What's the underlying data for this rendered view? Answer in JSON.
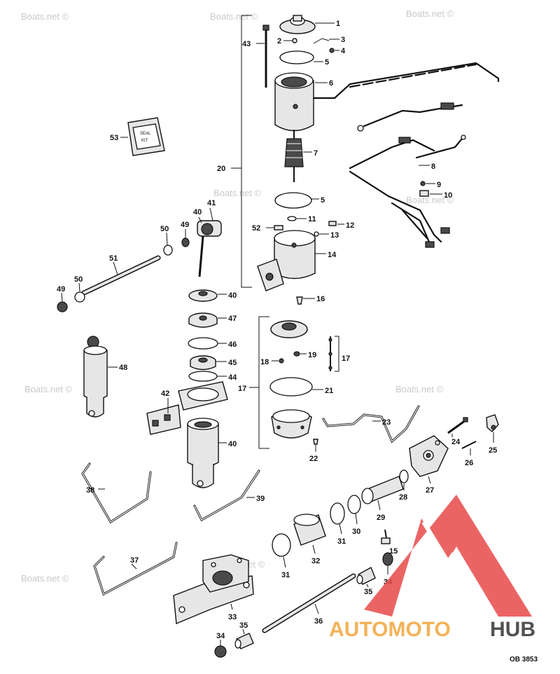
{
  "watermarks": [
    "Boats.net ©",
    "Boats.net ©",
    "Boats.net ©",
    "Boats.net ©",
    "Boats.net ©",
    "Boats.net ©",
    "Boats.net ©",
    "Boats.net ©",
    "Boats.net ©"
  ],
  "callouts": {
    "c1": "1",
    "c2": "2",
    "c3": "3",
    "c4": "4",
    "c5a": "5",
    "c5b": "5",
    "c6": "6",
    "c7": "7",
    "c8": "8",
    "c9": "9",
    "c10": "10",
    "c11": "11",
    "c12": "12",
    "c13": "13",
    "c14": "14",
    "c16": "16",
    "c17a": "17",
    "c17b": "17",
    "c18": "18",
    "c19": "19",
    "c20": "20",
    "c21": "21",
    "c22": "22",
    "c23": "23",
    "c24": "24",
    "c25": "25",
    "c26": "26",
    "c27": "27",
    "c28": "28",
    "c29": "29",
    "c30": "30",
    "c31a": "31",
    "c31b": "31",
    "c32": "32",
    "c33": "33",
    "c34a": "34",
    "c34b": "34",
    "c35a": "35",
    "c35b": "35",
    "c36": "36",
    "c37": "37",
    "c38": "38",
    "c39": "39",
    "c40a": "40",
    "c40b": "40",
    "c40c": "40",
    "c41": "41",
    "c42": "42",
    "c43": "43",
    "c44": "44",
    "c45": "45",
    "c46": "46",
    "c47": "47",
    "c48": "48",
    "c49a": "49",
    "c49b": "49",
    "c50a": "50",
    "c50b": "50",
    "c51": "51",
    "c52": "52",
    "c53": "53",
    "c15": "15"
  },
  "seal_label": [
    "SEAL",
    "KIT"
  ],
  "drawing_code": "OB 3853",
  "logo": {
    "word_a": "AUTOMOTO",
    "word_b": "HUB",
    "color_a": "#f0a63c",
    "color_b": "#333333",
    "triangle_color": "#e84a4a"
  }
}
